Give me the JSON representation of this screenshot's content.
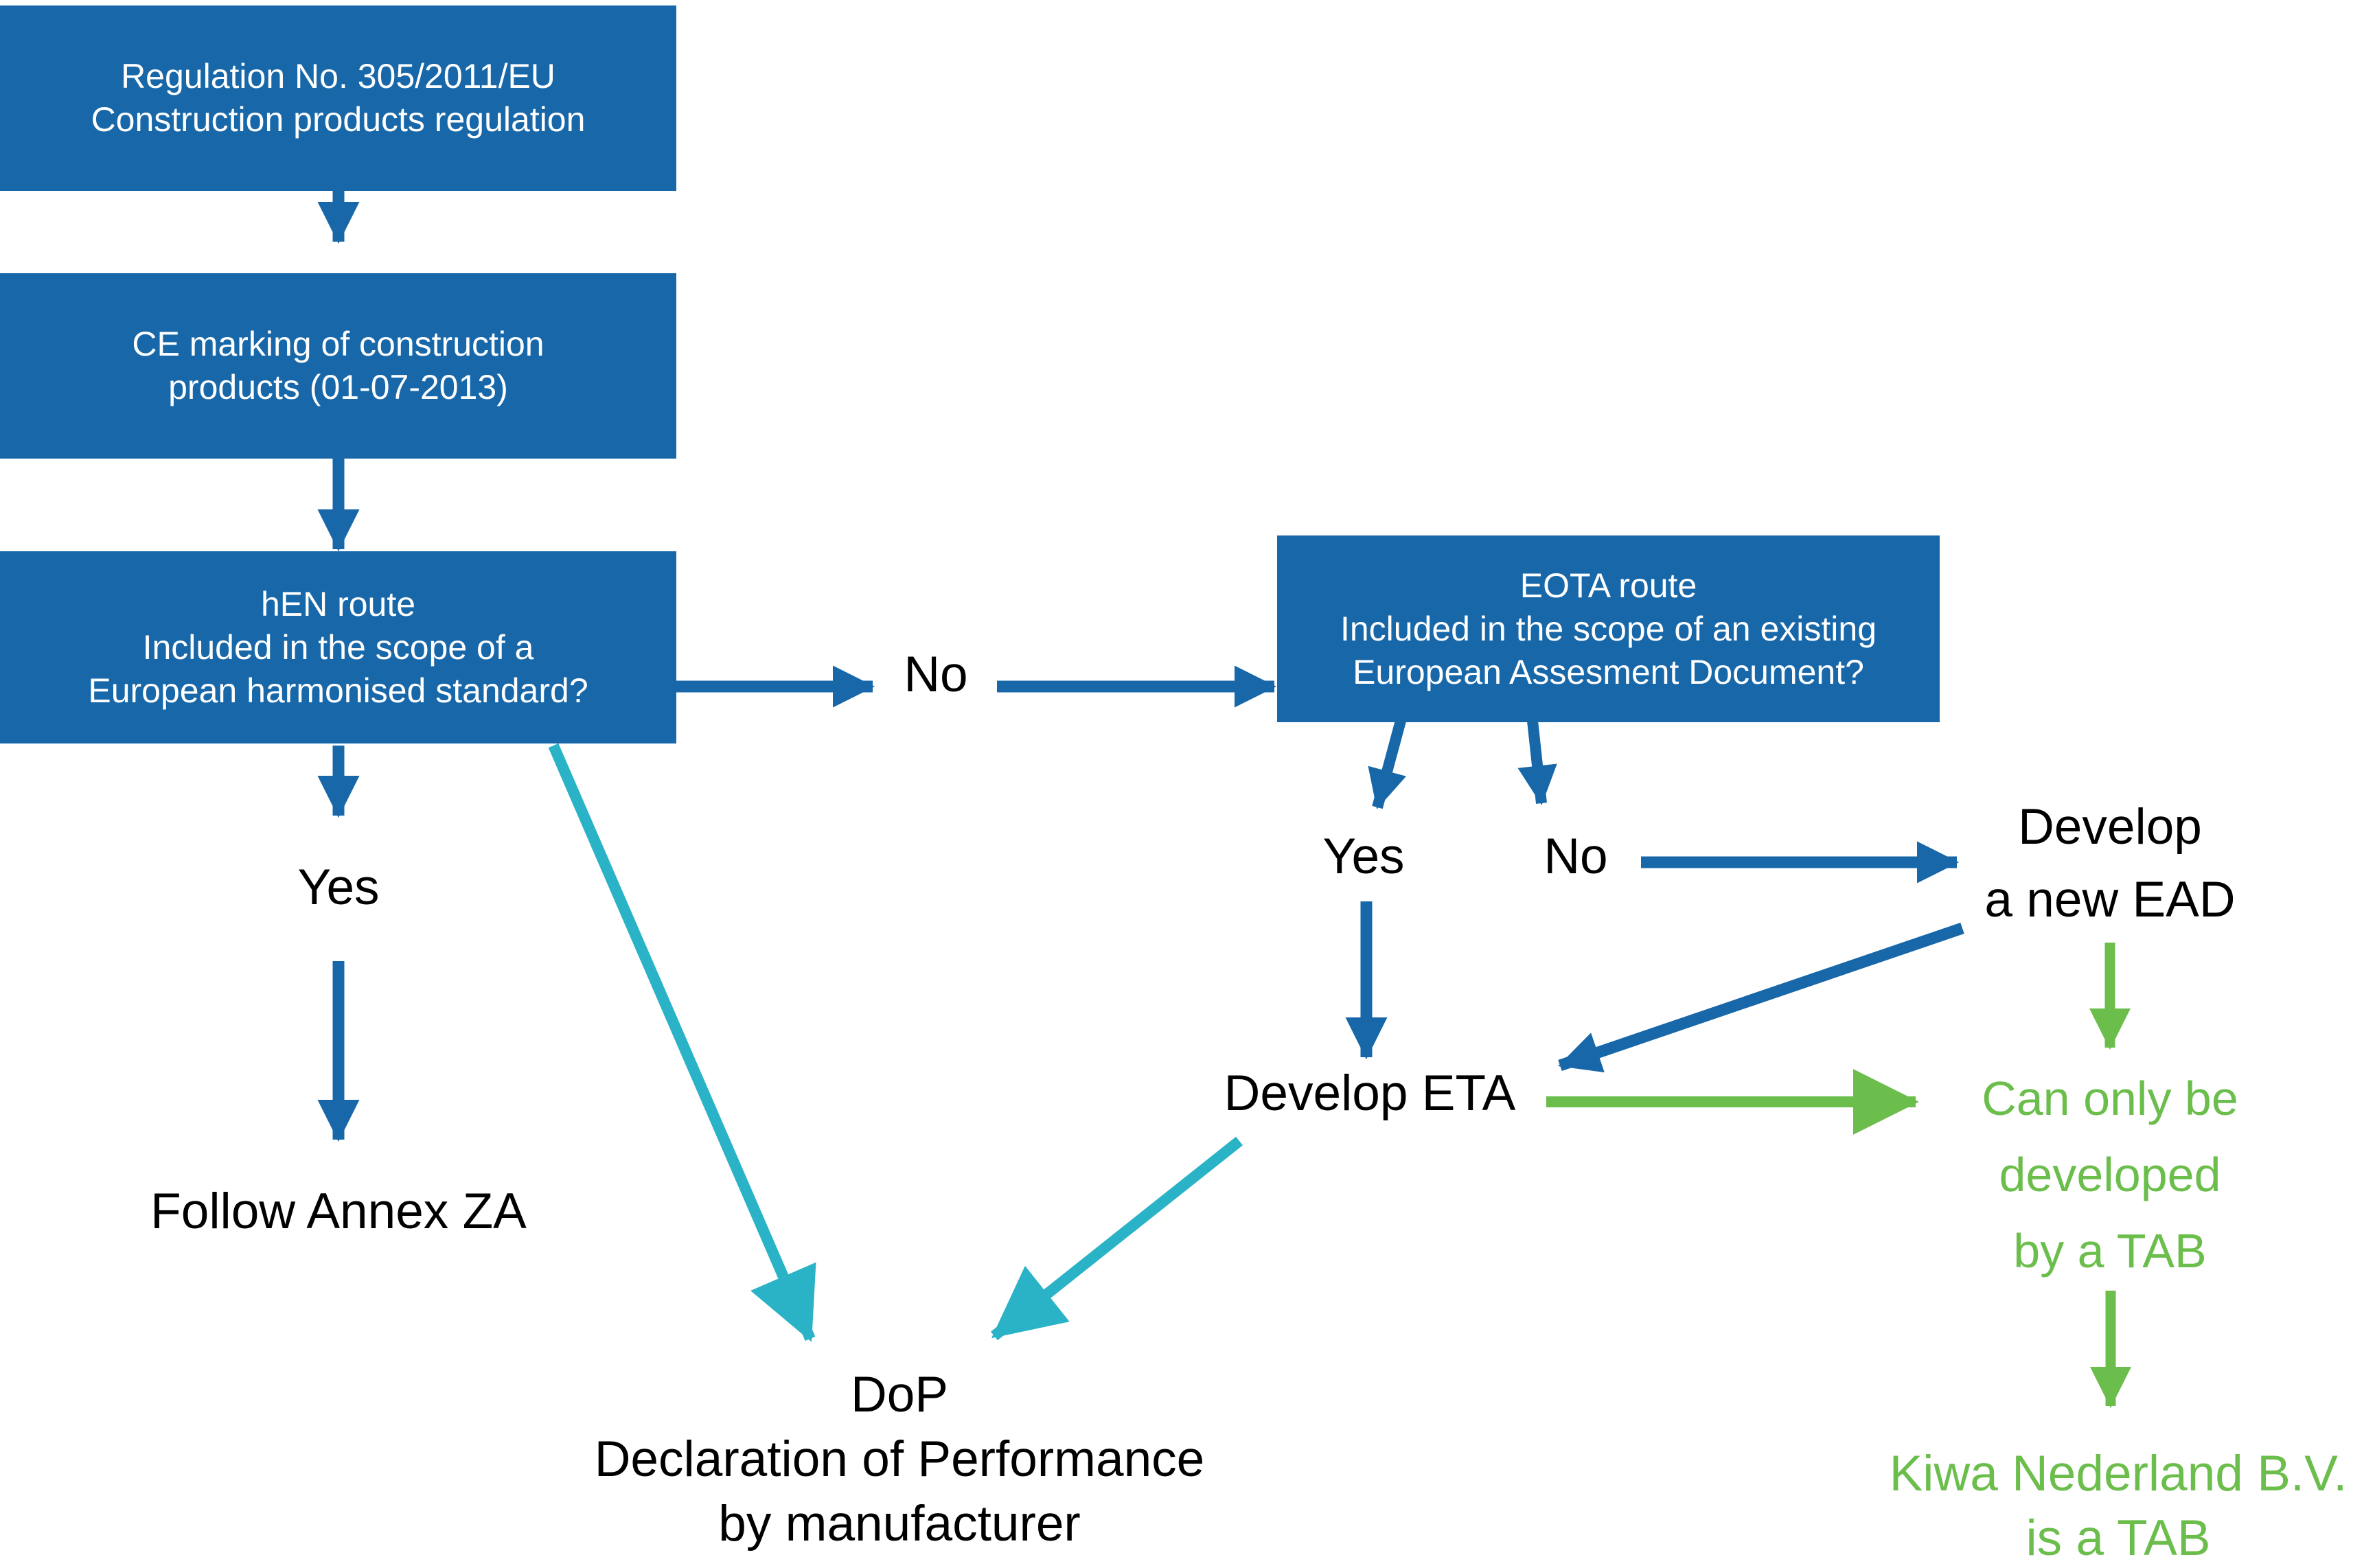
{
  "flowchart": {
    "title_hint": "CE marking routes flowchart",
    "colors": {
      "box_blue": "#1767A9",
      "arrow_blue": "#1767A9",
      "arrow_cyan": "#2AB3C6",
      "arrow_green": "#6CBE4C",
      "text_black": "#000000",
      "text_white": "#FFFFFF",
      "background": "#FFFFFF"
    },
    "boxes": {
      "regulation": {
        "lines": [
          "Regulation No. 305/2011/EU",
          "Construction products regulation"
        ]
      },
      "ce_marking": {
        "lines": [
          "CE marking of construction",
          "products (01-07-2013)"
        ]
      },
      "hen_route": {
        "lines": [
          "hEN route",
          "Included in the scope of a",
          "European harmonised standard?"
        ]
      },
      "eota_route": {
        "lines": [
          "EOTA route",
          "Included in the scope of an existing",
          "European Assesment Document?"
        ]
      }
    },
    "labels": {
      "yes_hen": "Yes",
      "no_hen": "No",
      "follow_annex_za": "Follow Annex ZA",
      "yes_eota": "Yes",
      "no_eota": "No",
      "develop_eta": "Develop ETA",
      "develop_new_ead": {
        "lines": [
          "Develop",
          "a new EAD"
        ]
      },
      "dop": {
        "lines": [
          "DoP",
          "Declaration of Performance",
          "by manufacturer"
        ]
      },
      "tab_note": {
        "lines": [
          "Can only be",
          "developed",
          "by a TAB"
        ]
      },
      "kiwa": {
        "lines": [
          "Kiwa Nederland B.V.",
          "is a TAB"
        ]
      }
    }
  }
}
